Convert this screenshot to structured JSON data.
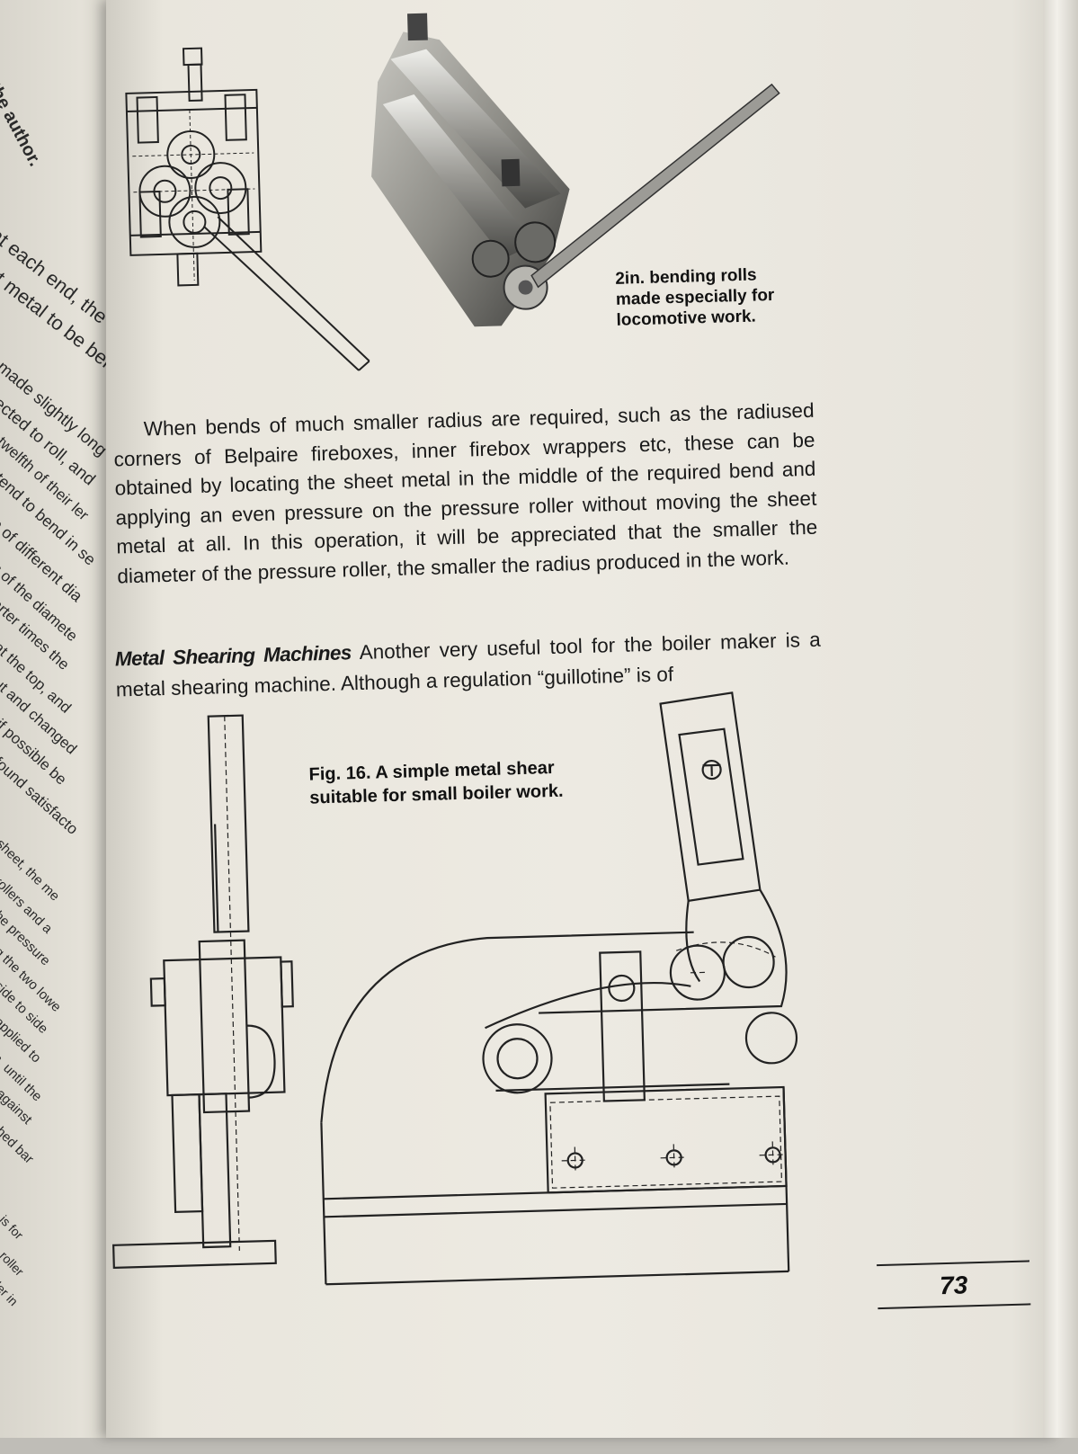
{
  "left_page": {
    "fragments": [
      "the author.",
      "at each end, the",
      "et metal to be ben",
      "made slightly long",
      "ected to roll, and",
      "-twelfth of their ler",
      "tend to bend in se",
      "e of different dia",
      "s of the diamete",
      "arter times the",
      "at the top, and",
      "ut and changed",
      "if possible be",
      "found satisfacto",
      "sheet, the me",
      "rollers and a",
      "he pressure",
      "g the two lowe",
      "side to side",
      "applied to",
      "n, until the",
      "against",
      "hed bar",
      "e is for",
      "e roller",
      "ller in"
    ]
  },
  "photo_caption": {
    "line1": "2in. bending rolls",
    "line2": "made especially for",
    "line3": "locomotive work."
  },
  "body_paragraph": "When bends of much smaller radius are required, such as the radiused corners of Belpaire fireboxes, inner firebox wrappers etc, these can be obtained by locating the sheet metal in the middle of the required bend and applying an even pressure on the pressure roller without moving the sheet metal at all. In this operation, it will be appreciated that the smaller the diameter of the pressure roller, the smaller the radius produced in the work.",
  "section": {
    "heading": "Metal Shearing Machines",
    "text": "Another very useful tool for the boiler maker is a metal shearing machine. Although a regulation “guillotine” is of"
  },
  "figure_caption": {
    "line1": "Fig. 16. A simple metal shear",
    "line2": "suitable for small boiler work."
  },
  "page_number": "73",
  "colors": {
    "paper": "#edeae2",
    "ink": "#1a1a1a",
    "photo_metal": "#8d8c86"
  }
}
